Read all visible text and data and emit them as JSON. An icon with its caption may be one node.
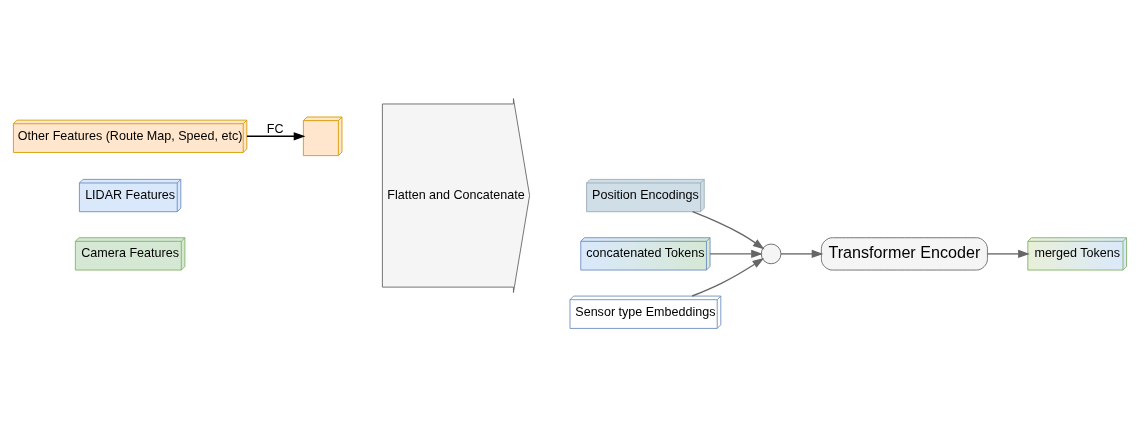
{
  "diagram": {
    "nodes": [
      {
        "text": [
          "Other Features (Route Map, Speed, etc)"
        ]
      },
      {
        "text": [],
        "shape": "picture"
      },
      {
        "text": [
          "LIDAR Features"
        ]
      },
      {
        "text": [
          "Camera Features"
        ]
      },
      {
        "text": [
          "Flatten and Concatenate"
        ]
      },
      {
        "text": [
          "concatenated Tokens"
        ]
      },
      {
        "text": [
          "Position Encodings"
        ]
      },
      {
        "text": [
          "Sensor type Embeddings"
        ]
      },
      {
        "text": [],
        "shape": "circle"
      },
      {
        "text": [
          "Transformer Encoder"
        ]
      },
      {
        "text": [
          "merged Tokens"
        ]
      }
    ],
    "edges": [
      {
        "from": 0,
        "to": 1,
        "arrow": "to",
        "label": "FC",
        "color": "#000000"
      },
      {
        "from": 5,
        "to": 8,
        "arrow": "to"
      },
      {
        "from": 6,
        "to": 8,
        "arrow": "to"
      },
      {
        "from": 7,
        "to": 8,
        "arrow": "to"
      },
      {
        "from": 8,
        "to": 9,
        "arrow": "to"
      },
      {
        "from": 9,
        "to": 10,
        "arrow": "to"
      }
    ]
  }
}
